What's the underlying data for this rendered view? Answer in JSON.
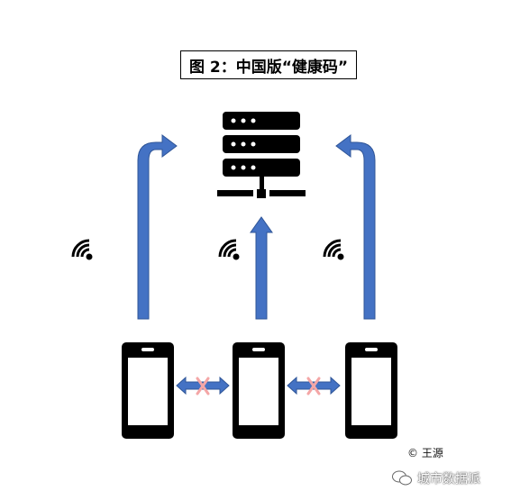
{
  "title": "图 2：中国版“健康码”",
  "copyright": "© 王源",
  "watermark": "城市数据派",
  "colors": {
    "arrow_fill": "#4472C4",
    "arrow_stroke": "#2F5597",
    "blocked_x": "#F4A6A6",
    "device": "#000000",
    "screen": "#ffffff"
  },
  "icons": [
    "server-icon",
    "wifi-icon",
    "phone-icon",
    "blocked-x-icon"
  ]
}
